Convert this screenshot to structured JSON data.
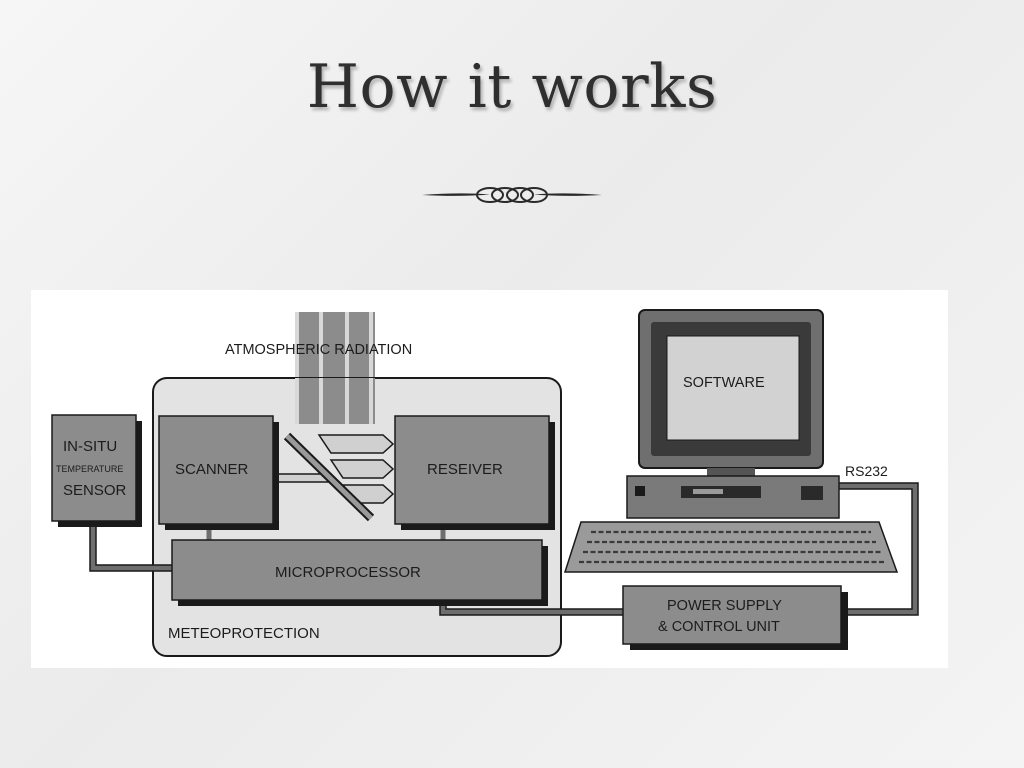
{
  "slide": {
    "title": "How it works"
  },
  "diagram": {
    "labels": {
      "atmospheric_radiation": "ATMOSPHERIC RADIATION",
      "software": "SOFTWARE",
      "rs232": "RS232",
      "in_situ": "IN-SITU",
      "temperature": "TEMPERATURE",
      "sensor": "SENSOR",
      "scanner": "SCANNER",
      "receiver": "RESEIVER",
      "microprocessor": "MICROPROCESSOR",
      "meteoprotection": "METEOPROTECTION",
      "power_supply_line1": "POWER SUPPLY",
      "power_supply_line2": "& CONTROL UNIT"
    },
    "icons": [
      "ornament-divider-icon",
      "computer-monitor-icon",
      "keyboard-icon",
      "system-unit-icon",
      "mirror-icon"
    ],
    "colors": {
      "box_fill": "#8c8c8c",
      "housing_fill": "#e3e3e3",
      "shadow": "#1a1a1a",
      "background": "#ffffff"
    }
  }
}
